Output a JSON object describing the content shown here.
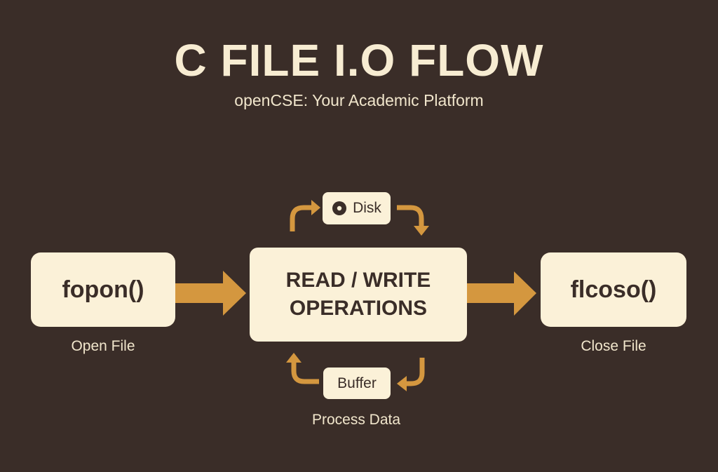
{
  "header": {
    "title": "C FILE I.O FLOW",
    "subtitle": "openCSE: Your Academic Platform"
  },
  "flow": {
    "open": {
      "label": "fopon()",
      "caption": "Open File"
    },
    "center": {
      "line1": "READ / WRITE",
      "line2": "OPERATIONS",
      "caption": "Process Data"
    },
    "close": {
      "label": "flcoso()",
      "caption": "Close File"
    },
    "disk": {
      "label": "Disk",
      "icon": "disk-icon"
    },
    "buffer": {
      "label": "Buffer"
    }
  },
  "colors": {
    "background": "#3a2d28",
    "box": "#fbf1d8",
    "arrow": "#d4973f",
    "text_dark": "#3a2d28",
    "text_light": "#f7ecd2"
  }
}
